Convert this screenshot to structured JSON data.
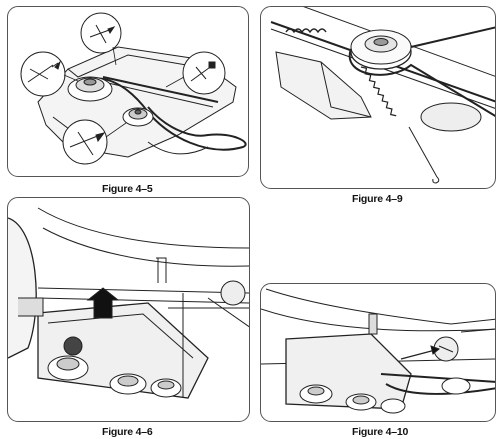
{
  "figures": [
    {
      "id": "fig-4-5",
      "caption": "Figure 4–5"
    },
    {
      "id": "fig-4-9",
      "caption": "Figure 4–9"
    },
    {
      "id": "fig-4-6",
      "caption": "Figure 4–6"
    },
    {
      "id": "fig-4-10",
      "caption": "Figure 4–10"
    }
  ]
}
